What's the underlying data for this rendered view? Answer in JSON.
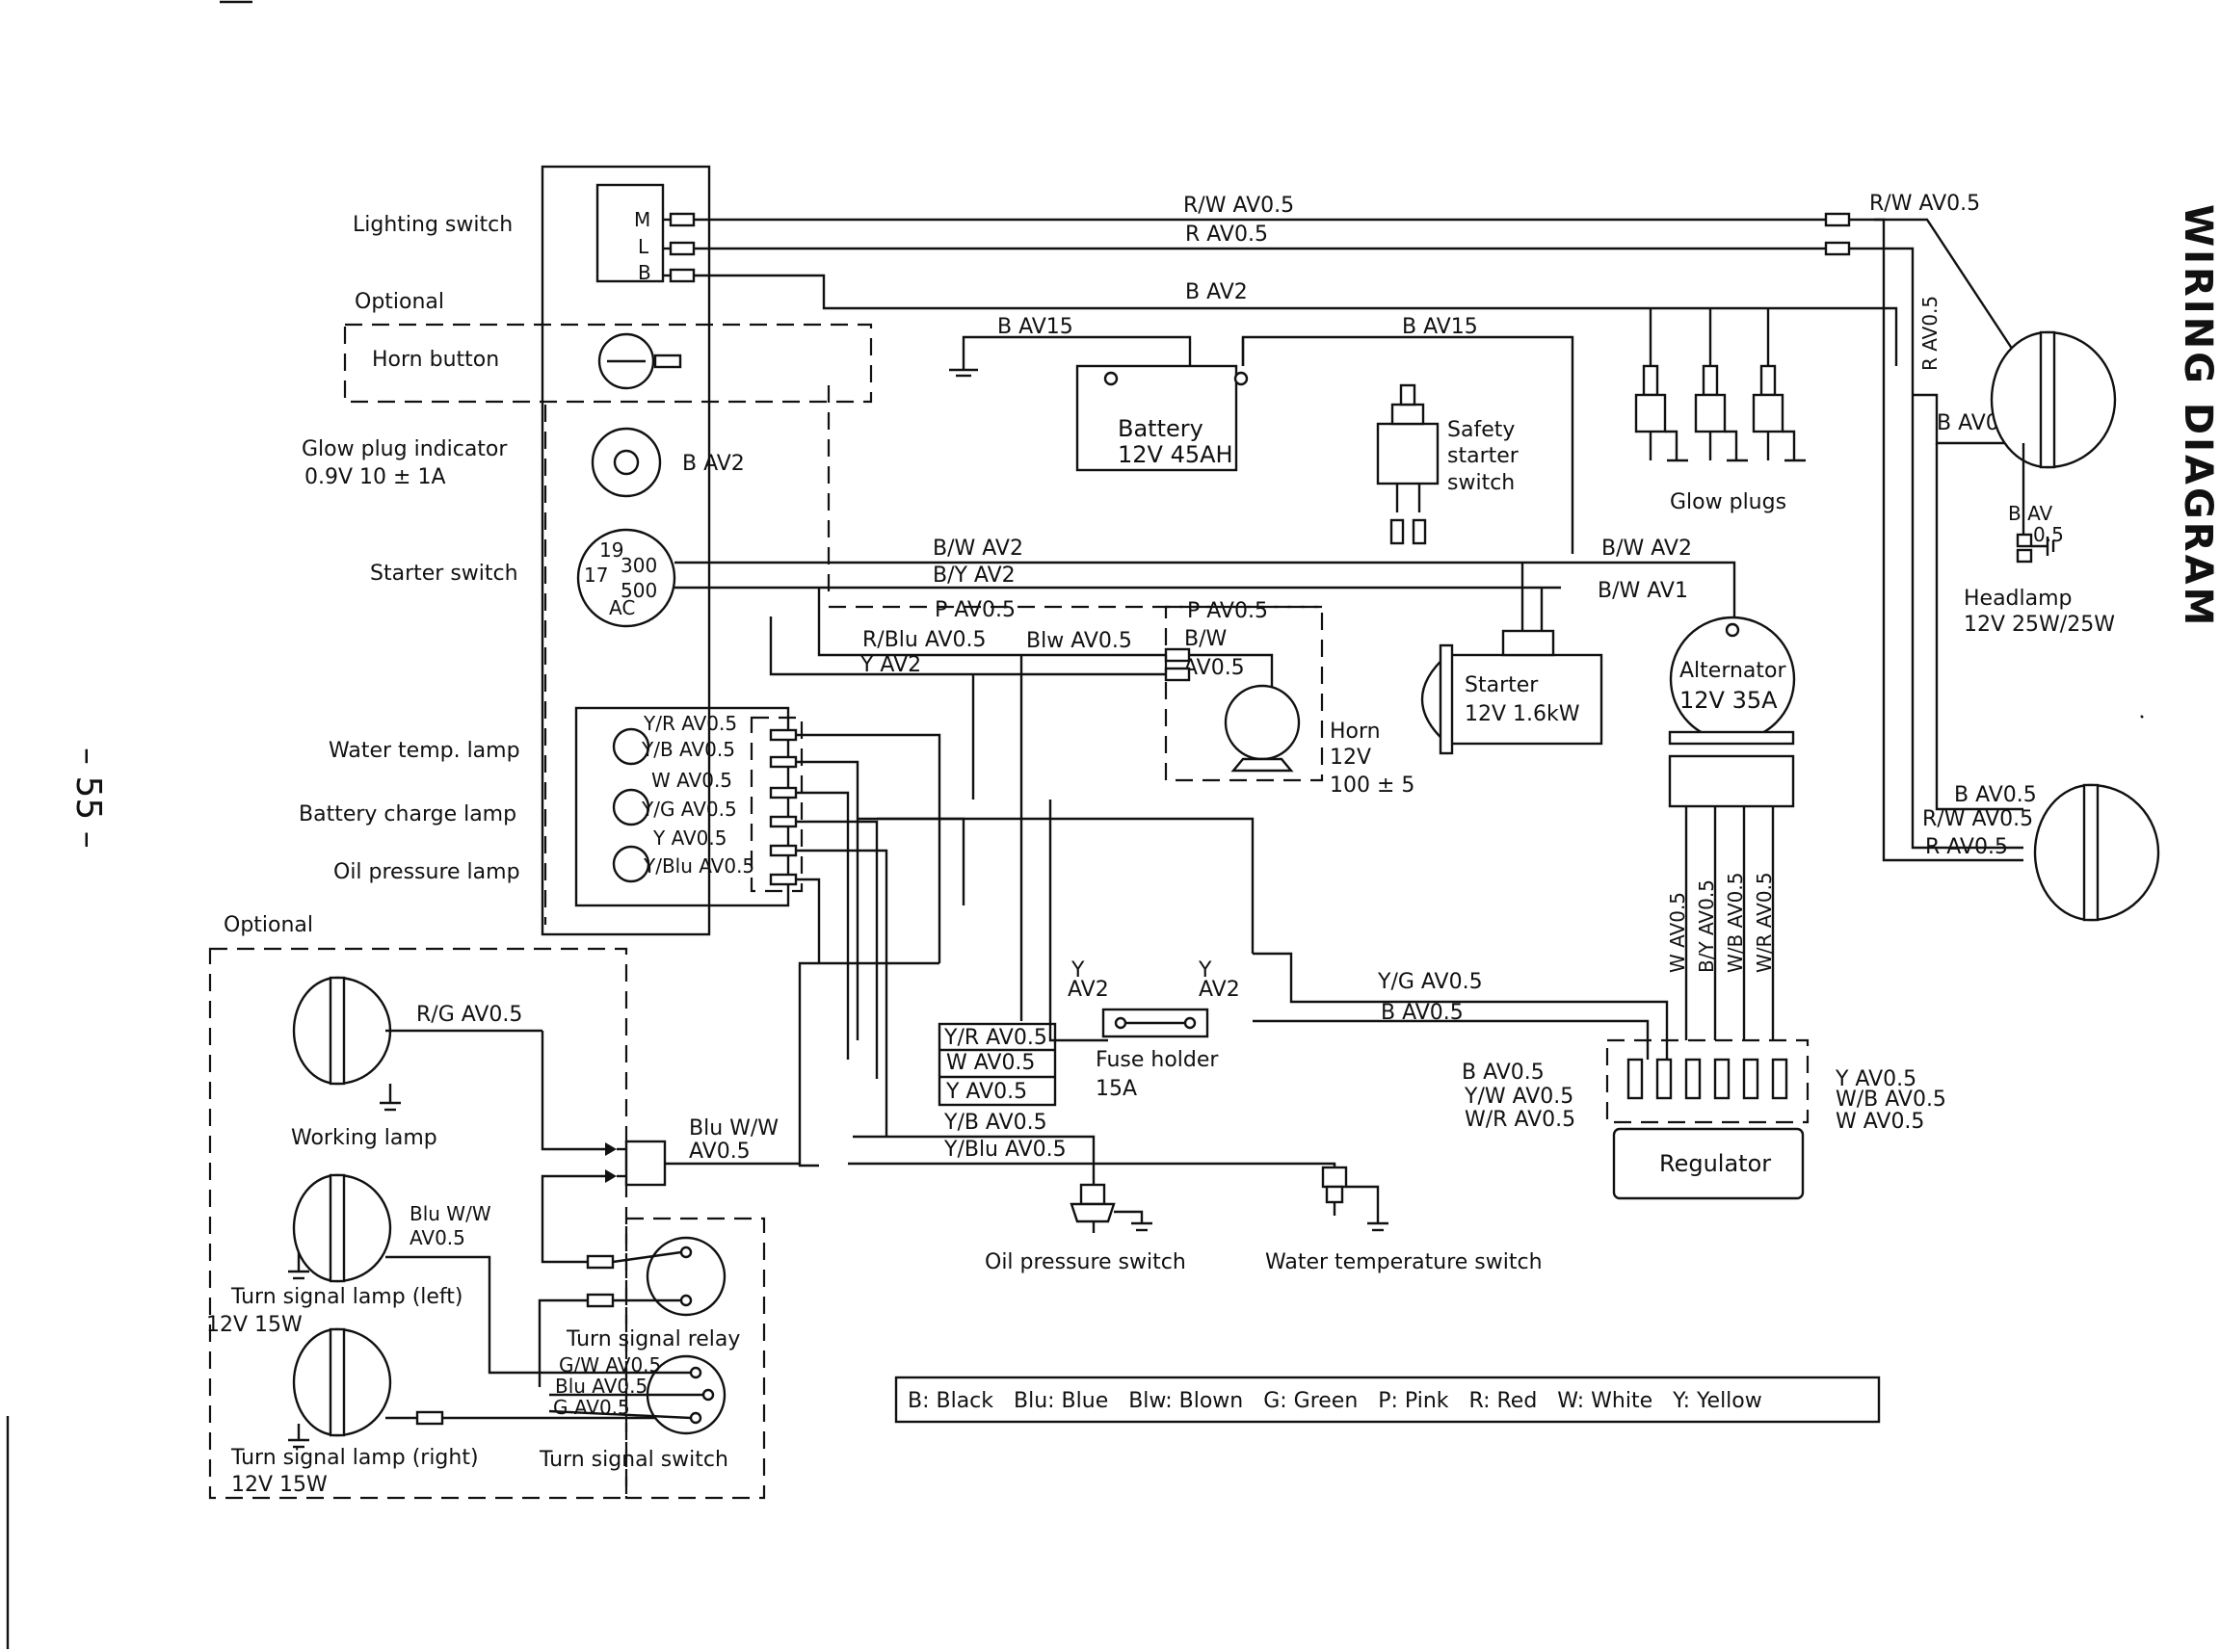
{
  "page": {
    "title": "WIRING DIAGRAM",
    "page_number": "– 55 –"
  },
  "components": {
    "lighting_switch": "Lighting switch",
    "ls_m": "M",
    "ls_l": "L",
    "ls_b": "B",
    "optional_top": "Optional",
    "horn_button": "Horn button",
    "glow_indicator_1": "Glow plug indicator",
    "glow_indicator_2": "0.9V  10 ± 1A",
    "starter_switch": "Starter switch",
    "ss_19": "19",
    "ss_17": "17",
    "ss_300": "300",
    "ss_500": "500",
    "ss_ac": "AC",
    "water_temp_lamp": "Water temp. lamp",
    "battery_charge_lamp": "Battery charge lamp",
    "oil_pressure_lamp": "Oil pressure lamp",
    "optional_bottom": "Optional",
    "working_lamp": "Working lamp",
    "turn_left_1": "Turn signal lamp (left)",
    "turn_left_2": "12V 15W",
    "turn_right_1": "Turn signal lamp (right)",
    "turn_right_2": "12V 15W",
    "turn_relay": "Turn signal relay",
    "turn_switch": "Turn signal switch",
    "battery_1": "Battery",
    "battery_2": "12V 45AH",
    "safety_1": "Safety",
    "safety_2": "starter",
    "safety_3": "switch",
    "glow_plugs": "Glow plugs",
    "horn_1": "Horn",
    "horn_2": "12V",
    "horn_3": "100 ± 5",
    "starter_1": "Starter",
    "starter_2": "12V 1.6kW",
    "alternator_1": "Alternator",
    "alternator_2": "12V 35A",
    "headlamp_1": "Headlamp",
    "headlamp_2": "12V 25W/25W",
    "fuse_1": "Fuse holder",
    "fuse_2": "15A",
    "oil_switch": "Oil pressure switch",
    "water_switch": "Water temperature switch",
    "regulator": "Regulator"
  },
  "wires": {
    "rw_av05": "R/W AV0.5",
    "r_av05": "R AV0.5",
    "b_av2": "B AV2",
    "b_av15": "B AV15",
    "b_av2_glow": "B  AV2",
    "bw_av2": "B/W AV2",
    "by_av2": "B/Y AV2",
    "p_av05": "P AV0.5",
    "rblu_av05": "R/Blu AV0.5",
    "blw_av05": "Blw AV0.5",
    "y_av2": "Y AV2",
    "bw": "B/W",
    "av05": "AV0.5",
    "bw_av1": "B/W AV1",
    "yr_av05": "Y/R AV0.5",
    "yb_av05": "Y/B AV0.5",
    "w_av05": "W AV0.5",
    "yg_av05": "Y/G AV0.5",
    "y_av05": "Y AV0.5",
    "yblu_av05": "Y/Blu AV0.5",
    "b_av05": "B AV0.5",
    "bav": "B AV",
    "b_05": "0.5",
    "y": "Y",
    "av2": "AV2",
    "rg_av05": "R/G AV0.5",
    "bluww": "Blu W/W",
    "gw_av05": "G/W AV0.5",
    "blu_av05": "Blu AV0.5",
    "g_av05": "G AV0.5",
    "yw_av05": "Y/W AV0.5",
    "wr_av05": "W/R AV0.5",
    "wb_av05": "W/B AV0.5",
    "by_av05": "B/Y AV0.5"
  },
  "legend": "B: Black   Blu: Blue   Blw: Blown   G: Green   P: Pink   R: Red   W: White   Y: Yellow"
}
